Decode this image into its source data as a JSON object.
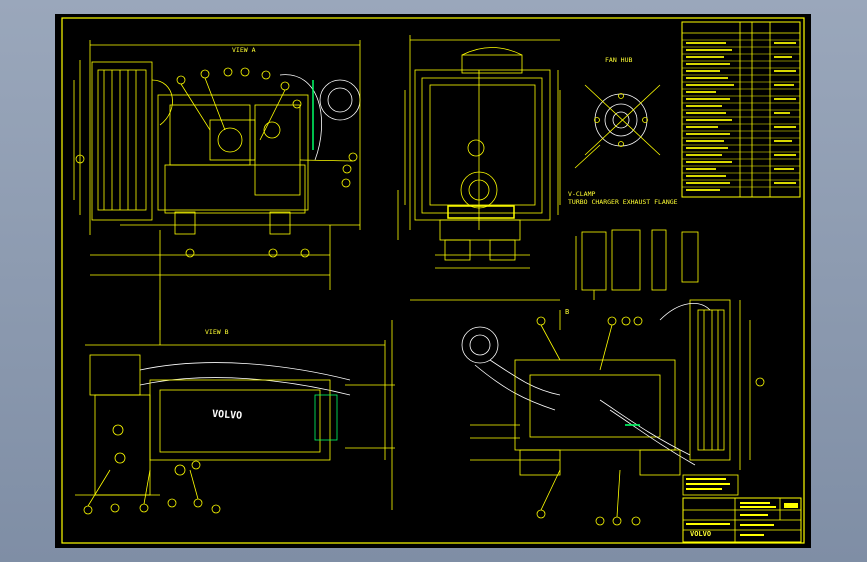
{
  "colors": {
    "background": "#8a98ad",
    "sheet": "#000000",
    "line": "#ffff00",
    "line_alt": "#ffffff",
    "accent": "#00ff66"
  },
  "drawing": {
    "view_a_label": "VIEW A",
    "view_b_label": "VIEW B",
    "fan_hub_label": "FAN HUB",
    "v_clamp_label": "V-CLAMP",
    "turbo_label": "TURBO CHARGER EXHAUST FLANGE",
    "detail_b_label": "B",
    "brand_text": "VOLVO",
    "title_block_brand": "VOLVO"
  }
}
